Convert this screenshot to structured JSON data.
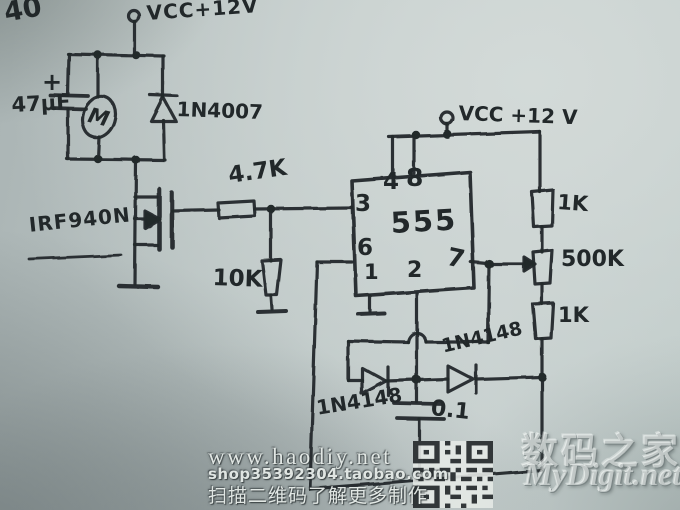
{
  "photo_note": "40",
  "power": {
    "left_label": "VCC+12V",
    "right_label": "VCC +12 V"
  },
  "components": {
    "capacitor_polarity": "+",
    "capacitor_value": "47μF",
    "flyback_diode": "1N4007",
    "motor_letter": "M",
    "mosfet": "IRF940N",
    "gate_resistor": "4.7K",
    "pulldown_resistor": "10K",
    "timer_ic": "555",
    "resistor_top": "1K",
    "potentiometer": "500K",
    "resistor_bottom": "1K",
    "diode_upper": "1N4148",
    "diode_lower": "1N4148",
    "timing_capacitor": "0.1"
  },
  "pins": {
    "pin1": "1",
    "pin2": "2",
    "pin3": "3",
    "pin4": "4",
    "pin6": "6",
    "pin7": "7",
    "pin8": "8"
  },
  "watermarks": {
    "left": {
      "site": "www.haodiy.net",
      "shop": "shop35392304.taobao.com",
      "scan_hint": "扫描二维码了解更多制作"
    },
    "right": {
      "name": "数码之家",
      "site": "MyDigit.net"
    }
  }
}
